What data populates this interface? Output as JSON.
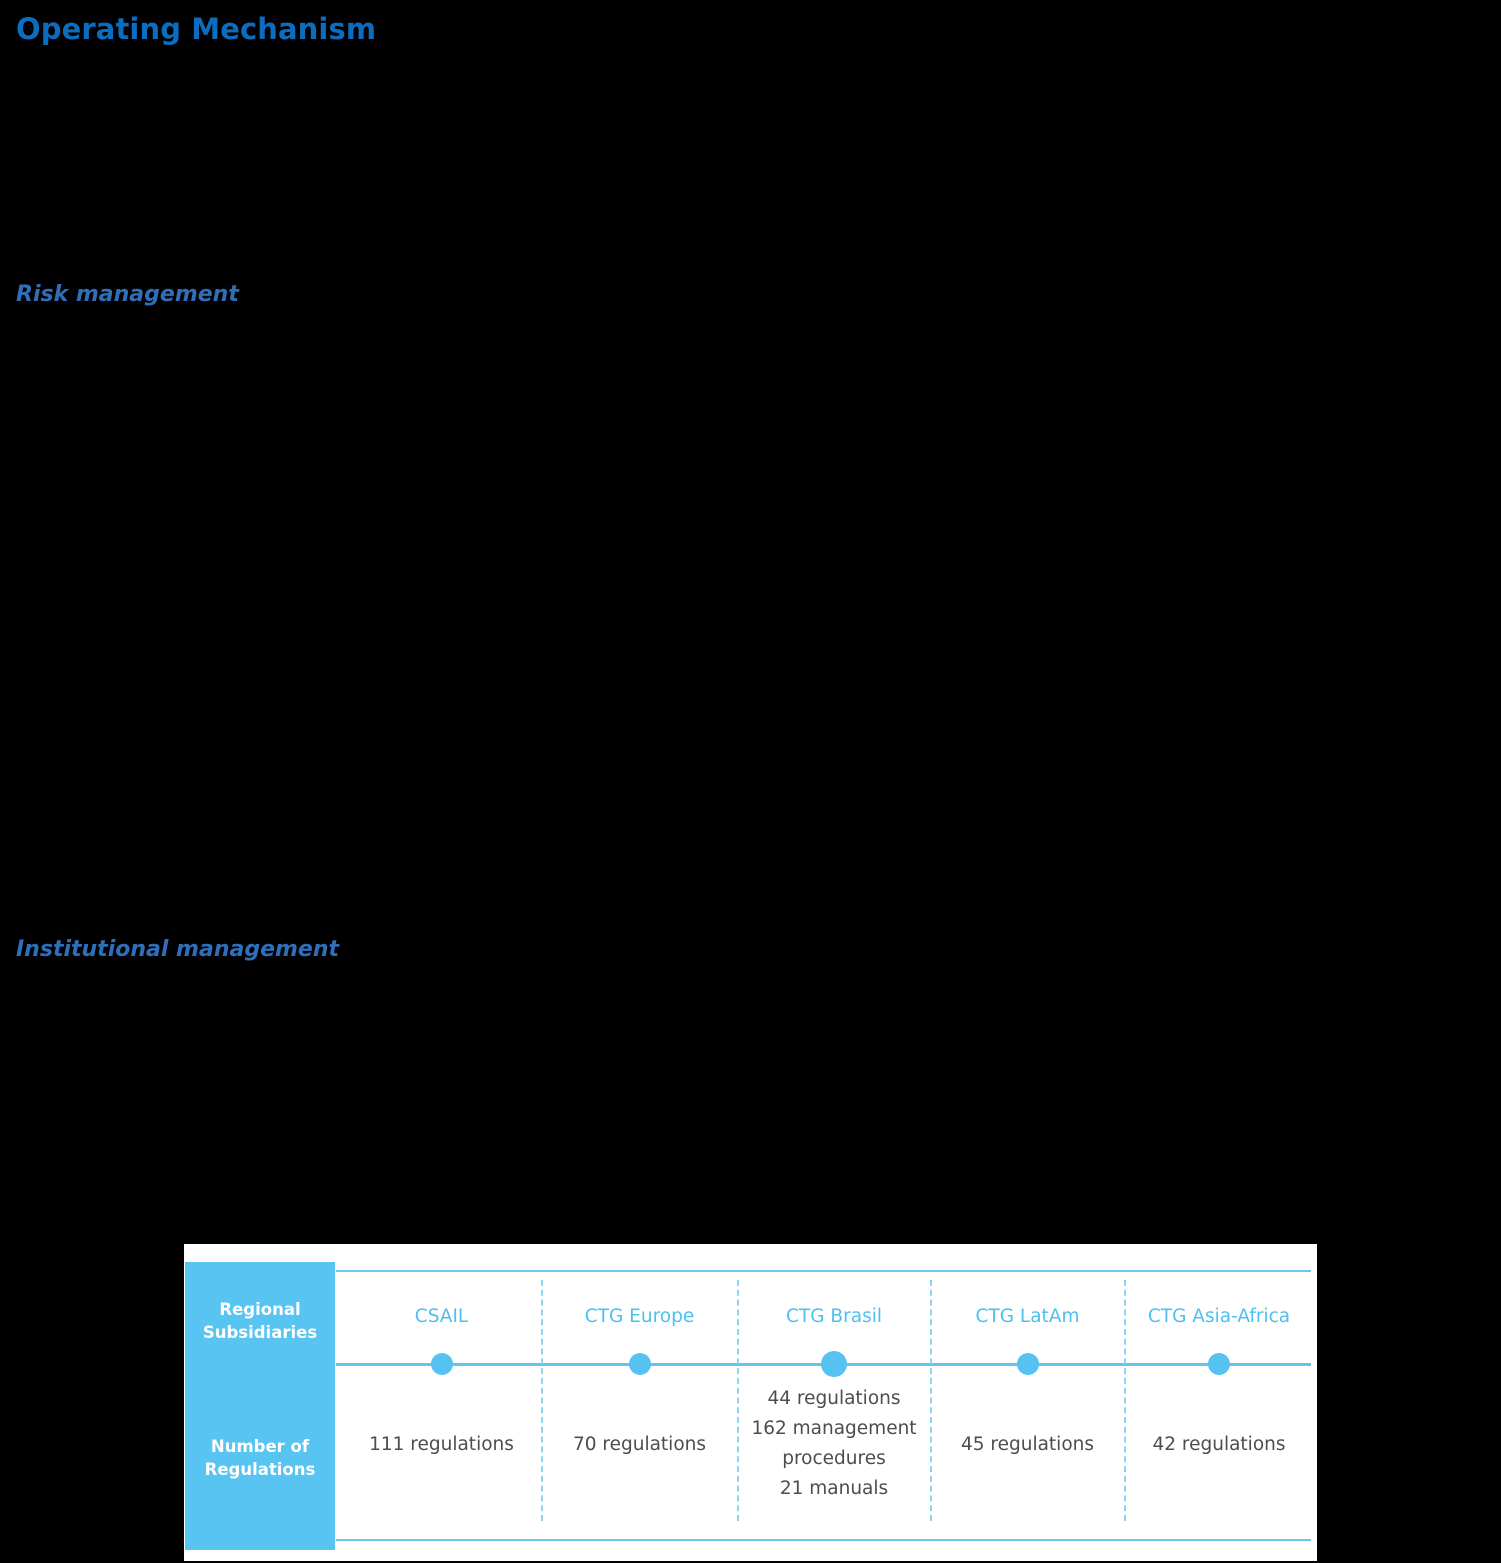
{
  "header": {
    "title": "Operating Mechanism"
  },
  "sections": [
    {
      "id": "risk",
      "heading": "Risk management"
    },
    {
      "id": "institutional",
      "heading": "Institutional management"
    }
  ],
  "colors": {
    "title_blue": "#0b6cc0",
    "heading_blue": "#2f6fba",
    "accent_blue": "#55c2f2",
    "light_blue_line": "#6ec7ef",
    "dashed_divider": "#8ad4f4",
    "body_text": "#4d4d4d",
    "background": "#000000",
    "panel": "#ffffff"
  },
  "table": {
    "row_labels": {
      "regional_subsidiaries": "Regional\nSubsidiaries",
      "regional_subsidiaries_line1": "Regional",
      "regional_subsidiaries_line2": "Subsidiaries",
      "number_of_regulations_line1": "Number of",
      "number_of_regulations_line2": "Regulations"
    },
    "columns": [
      {
        "name": "CSAIL",
        "values": [
          "111 regulations"
        ]
      },
      {
        "name": "CTG Europe",
        "values": [
          "70 regulations"
        ]
      },
      {
        "name": "CTG Brasil",
        "values": [
          "44 regulations",
          "162 management",
          "procedures",
          "21 manuals"
        ]
      },
      {
        "name": "CTG LatAm",
        "values": [
          "45 regulations"
        ]
      },
      {
        "name": "CTG Asia-Africa",
        "values": [
          "42 regulations"
        ]
      }
    ]
  }
}
